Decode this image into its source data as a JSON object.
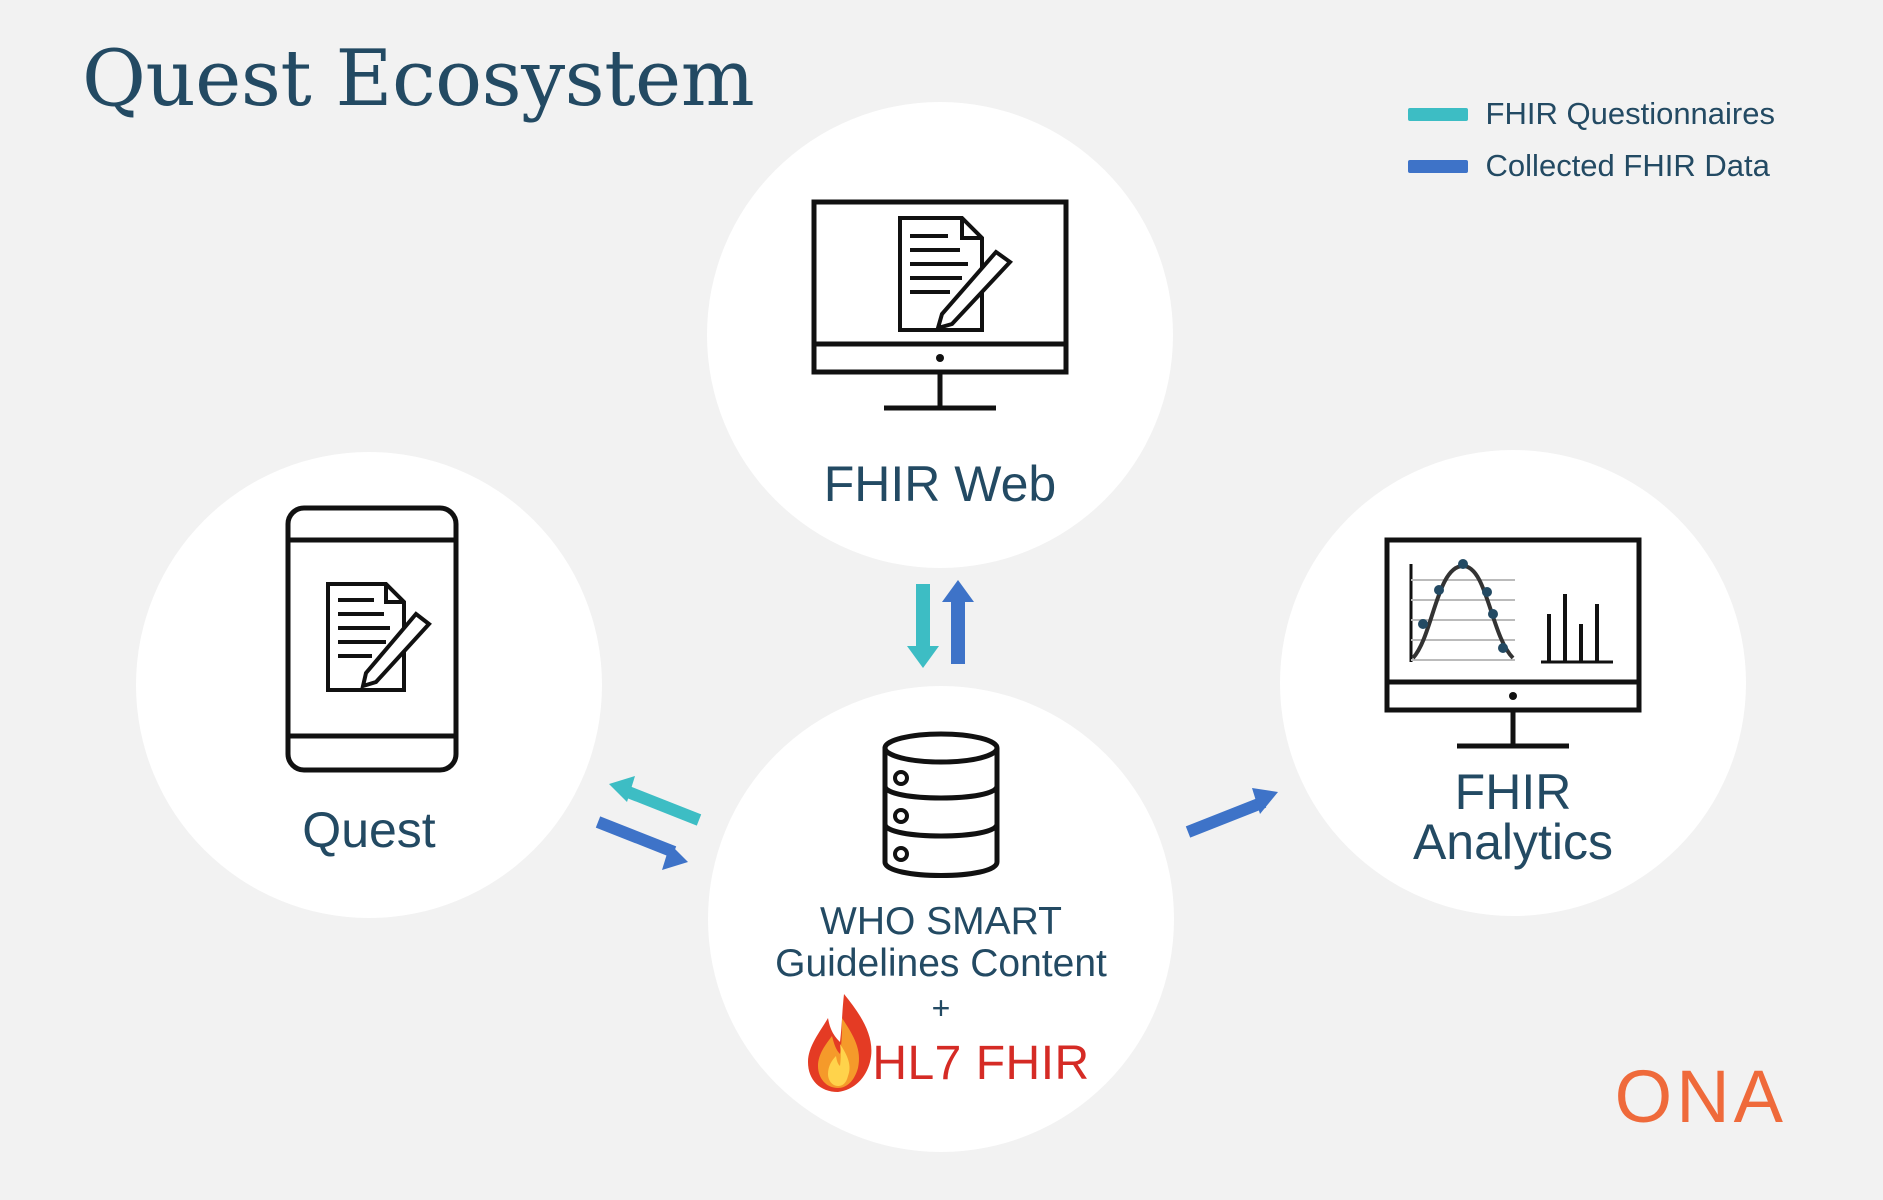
{
  "title": "Quest Ecosystem",
  "legend": [
    {
      "label": "FHIR Questionnaires",
      "color": "#3dbdc4"
    },
    {
      "label": "Collected FHIR Data",
      "color": "#3e73c8"
    }
  ],
  "nodes": {
    "fhir_web": {
      "label": "FHIR Web"
    },
    "quest": {
      "label": "Quest"
    },
    "center": {
      "label_line1": "WHO SMART",
      "label_line2": "Guidelines Content",
      "plus": "+",
      "logo_text": "HL7 FHIR"
    },
    "analytics": {
      "label_line1": "FHIR",
      "label_line2": "Analytics"
    }
  },
  "brand": {
    "logo": "ONA",
    "color": "#ef6a3b"
  },
  "colors": {
    "background": "#f2f2f2",
    "node_fill": "#ffffff",
    "text": "#234a63",
    "questionnaire_arrow": "#3dbdc4",
    "data_arrow": "#3e73c8"
  }
}
